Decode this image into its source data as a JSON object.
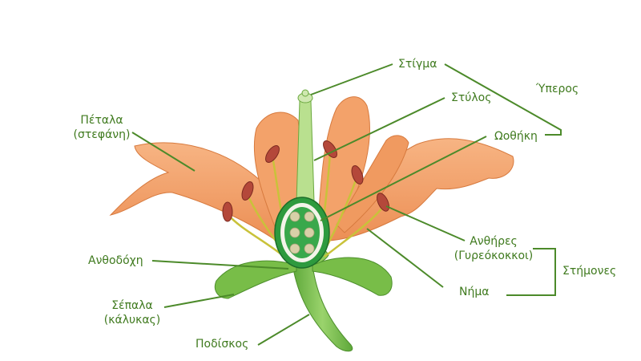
{
  "labels": {
    "stigma": "Στίγμα",
    "style": "Στύλος",
    "pistil": "Ύπερος",
    "ovary": "Ωοθήκη",
    "petals_line1": "Πέταλα",
    "petals_line2": "(στεφάνη)",
    "anthers_line1": "Ανθήρες",
    "anthers_line2": "(Γυρεόκοκκοι)",
    "stamens": "Στήμονες",
    "filament": "Νήμα",
    "receptacle": "Ανθοδόχη",
    "sepals_line1": "Σέπαλα",
    "sepals_line2": "(κάλυκας)",
    "peduncle": "Ποδίσκος"
  },
  "colors": {
    "label_text": "#3f7a1e",
    "leader_line": "#4c8a2a",
    "petal": "#f4a36a",
    "petal_shade": "#e07e42",
    "sepal": "#6db33f",
    "stem": "#7cc04e",
    "anther": "#b4483a",
    "filament": "#c9c23a",
    "ovary_outer": "#2e9a3e",
    "ovule": "#d8d0a8"
  }
}
